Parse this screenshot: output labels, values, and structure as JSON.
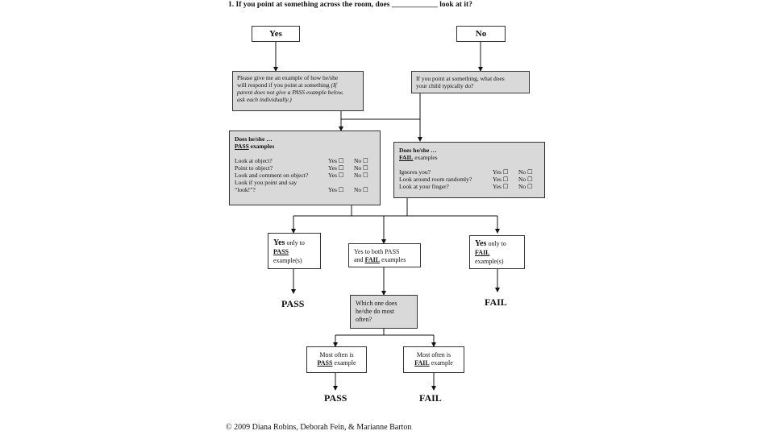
{
  "question": {
    "prefix": "1.",
    "text_start": "If you point at something across the room, does",
    "blank": "____________",
    "text_end": "look at it?"
  },
  "top_yes": "Yes",
  "top_no": "No",
  "yes_prompt": {
    "line1": "Please give me an example of how he/she",
    "line2": "will respond if you point at something",
    "line2_italic": "(If",
    "line3": "parent does not give a PASS example below,",
    "line4": "ask each individually.)"
  },
  "no_prompt": {
    "line1": "If you point at something, what does",
    "line2": "your child typically do?"
  },
  "pass_box": {
    "title": "Does he/she …",
    "subtitle_u": "PASS",
    "subtitle_rest": " examples",
    "items": [
      {
        "q": "Look at object?",
        "yes": "Yes ☐",
        "no": "No ☐"
      },
      {
        "q": "Point to object?",
        "yes": "Yes ☐",
        "no": "No ☐"
      },
      {
        "q": "Look and comment on object?",
        "yes": "Yes ☐",
        "no": "No ☐"
      }
    ],
    "last_q1": "Look if you point and say",
    "last_q2": "“look!”?",
    "last_yes": "Yes ☐",
    "last_no": "No ☐"
  },
  "fail_box": {
    "title": "Does he/she …",
    "subtitle_u": "FAIL",
    "subtitle_rest": " examples",
    "items": [
      {
        "q": "Ignores you?",
        "yes": "Yes ☐",
        "no": "No ☐"
      },
      {
        "q": "Look around room randomly?",
        "yes": "Yes ☐",
        "no": "No ☐"
      },
      {
        "q": "Look at your finger?",
        "yes": "Yes ☐",
        "no": "No ☐"
      }
    ]
  },
  "yes_only_pass": {
    "l1_bold": "Yes",
    "l1_rest": " only to",
    "l2_u": "PASS",
    "l3": "example(s)"
  },
  "yes_both": {
    "l1": "Yes to both PASS",
    "l2_pre": "and ",
    "l2_u": "FAIL",
    "l2_post": " examples"
  },
  "yes_only_fail": {
    "l1_bold": "Yes",
    "l1_rest": " only to",
    "l2_u": "FAIL",
    "l3": "example(s)"
  },
  "which_box": {
    "l1": "Which one does",
    "l2": "he/she do most",
    "l3": "often?"
  },
  "most_pass": {
    "l1": "Most often is",
    "l2_u": "PASS",
    "l2_rest": " example"
  },
  "most_fail": {
    "l1": "Most often is",
    "l2_u": "FAIL",
    "l2_rest": " example"
  },
  "outcomes": {
    "pass1": "PASS",
    "fail1": "FAIL",
    "pass2": "PASS",
    "fail2": "FAIL"
  },
  "copyright": "© 2009 Diana Robins, Deborah Fein, & Marianne Barton"
}
